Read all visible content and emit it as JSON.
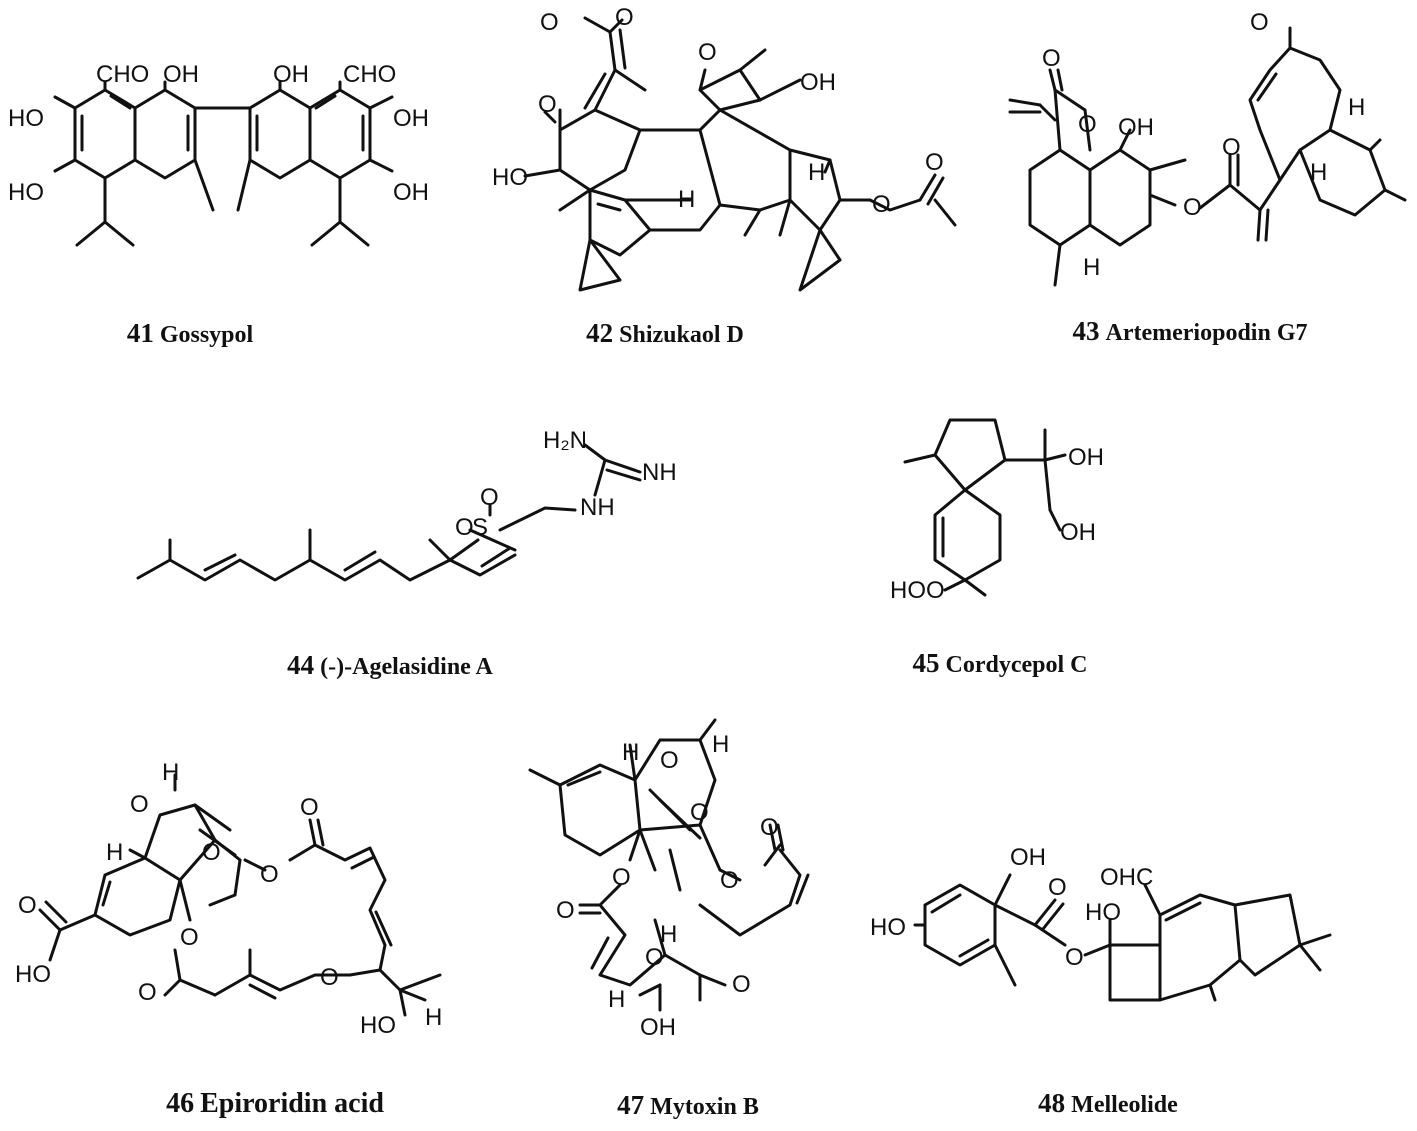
{
  "compounds": [
    {
      "number": "41",
      "name": "Gossypol",
      "labels": {
        "a1": "CHO",
        "a2": "OH",
        "a3": "OH",
        "a4": "CHO",
        "a5": "HO",
        "a6": "OH",
        "a7": "HO",
        "a8": "OH"
      }
    },
    {
      "number": "42",
      "name": "Shizukaol D",
      "labels": {
        "a1": "O",
        "a2": "O",
        "a3": "O",
        "a4": "OH",
        "a5": "O",
        "a6": "HO",
        "a7": "H",
        "a8": "H",
        "a9": "O",
        "a10": "O"
      }
    },
    {
      "number": "43",
      "name": "Artemeriopodin G7",
      "labels": {
        "a1": "O",
        "a2": "O",
        "a3": "O",
        "a4": "OH",
        "a5": "H",
        "a6": "O",
        "a7": "O",
        "a8": "H",
        "a9": "H"
      }
    },
    {
      "number": "44",
      "name": "(-)-Agelasidine A",
      "labels": {
        "a1": "H₂N",
        "a2": "NH",
        "a3": "NH",
        "a4": "O",
        "a5": "S",
        "a6": "O"
      }
    },
    {
      "number": "45",
      "name": "Cordycepol C",
      "labels": {
        "a1": "OH",
        "a2": "OH",
        "a3": "HOO"
      }
    },
    {
      "number": "46",
      "name": "Epiroridin acid",
      "labels": {
        "a1": "H",
        "a2": "O",
        "a3": "H",
        "a4": "O",
        "a5": "O",
        "a6": "O",
        "a7": "O",
        "a8": "HO",
        "a9": "O",
        "a10": "O",
        "a11": "O",
        "a12": "HO",
        "a13": "H"
      }
    },
    {
      "number": "47",
      "name": "Mytoxin B",
      "labels": {
        "a1": "H",
        "a2": "O",
        "a3": "H",
        "a4": "O",
        "a5": "O",
        "a6": "O",
        "a7": "O",
        "a8": "H",
        "a9": "O",
        "a10": "O",
        "a11": "H",
        "a12": "OH"
      }
    },
    {
      "number": "48",
      "name": "Melleolide",
      "labels": {
        "a1": "OH",
        "a2": "OHC",
        "a3": "HO",
        "a4": "O",
        "a5": "HO",
        "a6": "O"
      }
    }
  ]
}
